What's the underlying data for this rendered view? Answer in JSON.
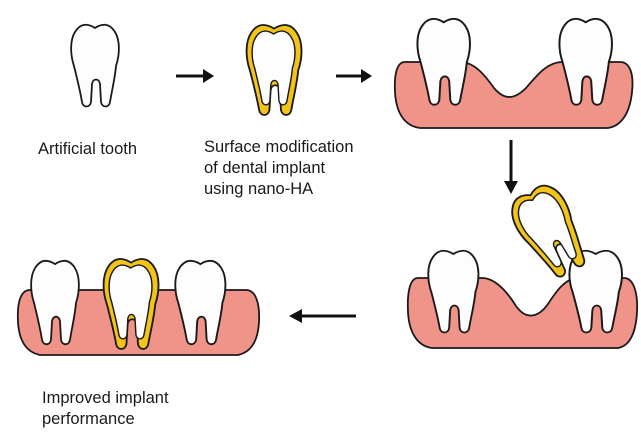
{
  "captions": {
    "artificial_tooth": "Artificial tooth",
    "surface_modification": [
      "Surface modification",
      "of dental implant",
      "using nano-HA"
    ],
    "improved_performance": [
      "Improved implant",
      "performance"
    ]
  },
  "colors": {
    "tooth_fill": "#fdfdfd",
    "outline": "#1a1a1a",
    "nano_ha_coating": "#f2c318",
    "gum": "#f0948a",
    "arrow": "#111111"
  },
  "icons": [
    "tooth-icon",
    "coated-tooth-icon",
    "gum-icon",
    "arrow-right-icon",
    "arrow-down-icon",
    "arrow-left-icon"
  ]
}
